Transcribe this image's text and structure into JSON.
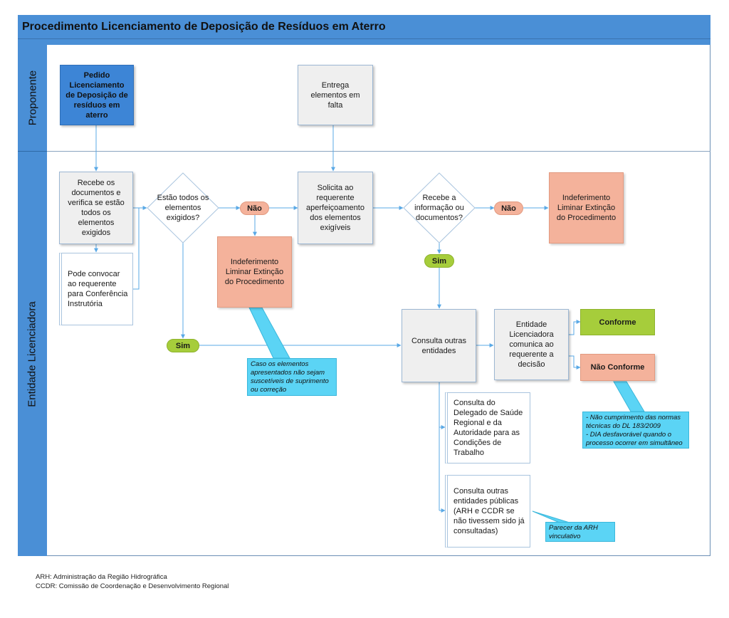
{
  "title": "Procedimento Licenciamento de Deposição de Resíduos em Aterro",
  "lanes": {
    "proponente": "Proponente",
    "entidade": "Entidade Licenciadora"
  },
  "nodes": {
    "pedido": "Pedido Licenciamento de Deposição de resíduos em aterro",
    "entrega": "Entrega elementos em falta",
    "recebe_docs": "Recebe os documentos e verifica se estão todos os elementos exigidos",
    "pode_convocar": "Pode convocar ao requerente para Conferência Instrutória",
    "estao_todos": "Estão todos os elementos exigidos?",
    "solicita": "Solicita ao requerente aperfeiçoamento dos elementos exigíveis",
    "recebe_info": "Recebe a informação ou documentos?",
    "indef_1": "Indeferimento Liminar Extinção do Procedimento",
    "indef_2": "Indeferimento Liminar Extinção do Procedimento",
    "consulta_outras": "Consulta outras entidades",
    "comunica": "Entidade Licenciadora comunica ao requerente a decisão",
    "conforme": "Conforme",
    "nao_conforme": "Não Conforme",
    "consulta_delegado": "Consulta do Delegado de Saúde Regional e da Autoridade para as Condições de Trabalho",
    "consulta_publicas": "Consulta outras entidades públicas (ARH e CCDR se não tivessem sido já consultadas)"
  },
  "labels": {
    "nao": "Não",
    "sim": "Sim"
  },
  "notes": {
    "suprimento": "Caso os elementos apresentados não sejam suscetíveis de suprimento ou correção",
    "nao_cumprimento": "- Não cumprimento das normas técnicas do DL 183/2009\n- DIA desfavorável quando o processo ocorrer em simultâneo",
    "parecer": "Parecer da ARH vinculativo"
  },
  "footer": {
    "arh": "ARH: Administração da Região Hidrográfica",
    "ccdr": "CCDR: Comissão de Coordenação e Desenvolvimento Regional"
  },
  "colors": {
    "lane_blue": "#4a8fd6",
    "process_grey": "#efefef",
    "start_blue": "#3d85d6",
    "reject_salmon": "#f4b29b",
    "yes_green": "#a6cd3b",
    "note_cyan": "#5bd4f5",
    "connector": "#5aa9e6"
  }
}
